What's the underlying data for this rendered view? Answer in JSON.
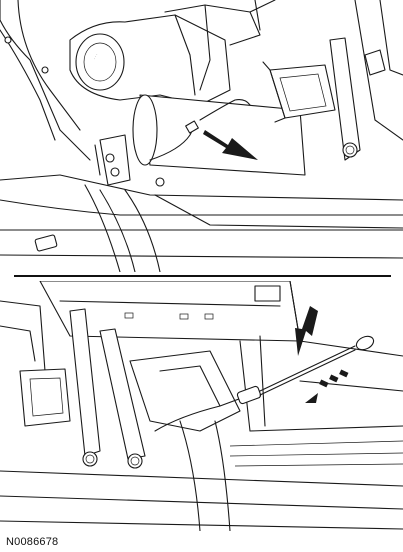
{
  "figure": {
    "id_label": "N0086678",
    "background": "#ffffff",
    "line_color": "#1a1a1a"
  },
  "panels": [
    {
      "name": "top",
      "callout_count": 1
    },
    {
      "name": "bottom",
      "callout_count": 2
    }
  ],
  "icons": [
    "arrow-solid-icon",
    "arrow-dashed-icon"
  ]
}
